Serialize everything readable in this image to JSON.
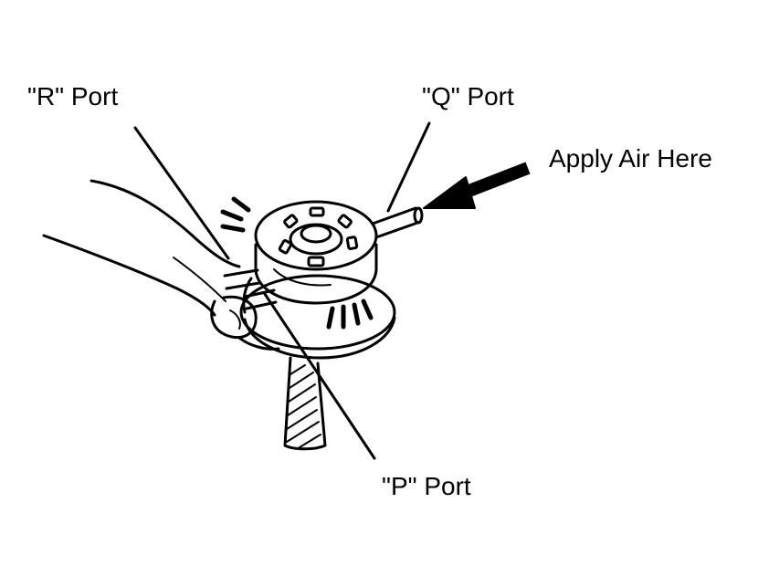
{
  "labels": {
    "r_port": "\"R\" Port",
    "q_port": "\"Q\" Port",
    "apply_air": "Apply Air Here",
    "p_port": "\"P\" Port"
  }
}
